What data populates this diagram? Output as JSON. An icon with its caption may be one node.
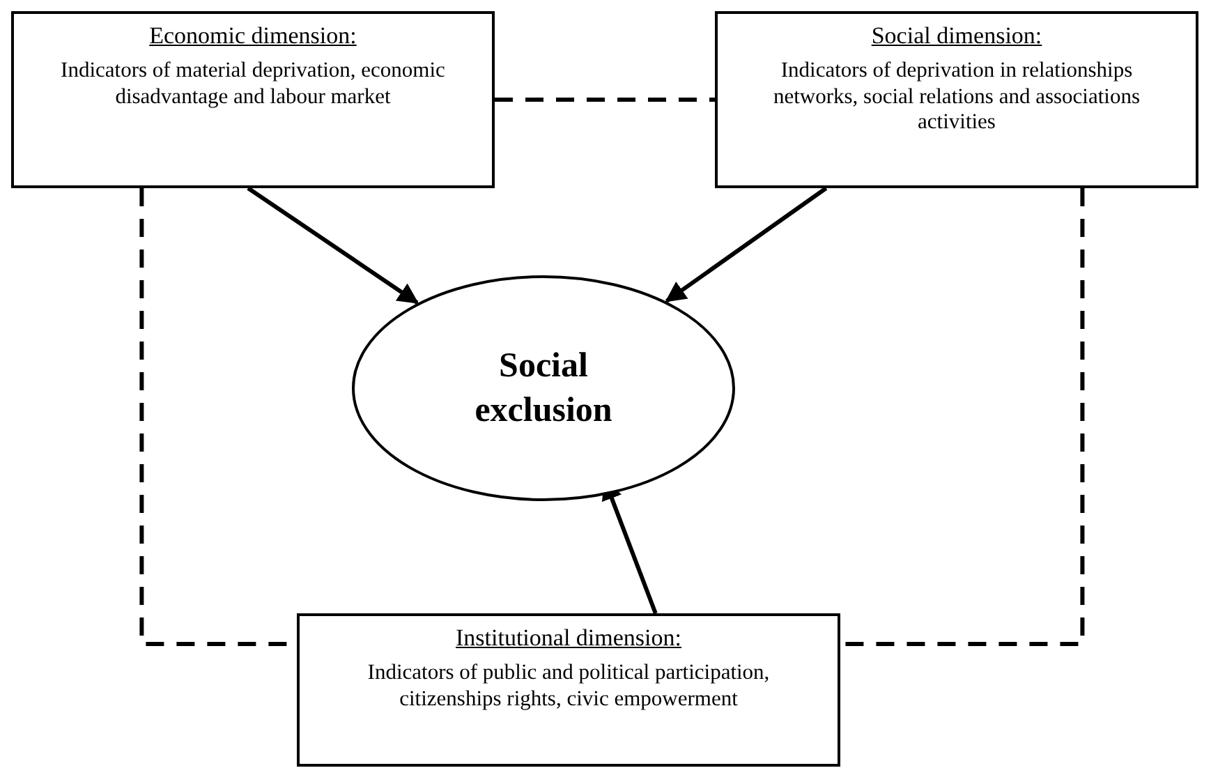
{
  "diagram": {
    "nodes": [
      {
        "text": [
          "Economic dimension:",
          "Indicators of material deprivation, economic disadvantage and labour market"
        ]
      },
      {
        "text": [
          "Social dimension:",
          "Indicators of deprivation in relationships networks, social relations and associations activities"
        ]
      },
      {
        "text": [
          "Social exclusion"
        ]
      },
      {
        "text": [
          "Institutional dimension:",
          "Indicators of public and political participation, citizenships rights, civic empowerment"
        ]
      }
    ],
    "edges": [
      {
        "from": 0,
        "to": 2,
        "arrow": "to"
      },
      {
        "from": 1,
        "to": 2,
        "arrow": "to"
      },
      {
        "from": 3,
        "to": 2,
        "arrow": "to"
      },
      {
        "from": 0,
        "to": 1,
        "arrow": "none",
        "style": "dashed"
      },
      {
        "from": 0,
        "to": 3,
        "arrow": "none",
        "style": "dashed"
      },
      {
        "from": 1,
        "to": 3,
        "arrow": "none",
        "style": "dashed"
      }
    ]
  }
}
